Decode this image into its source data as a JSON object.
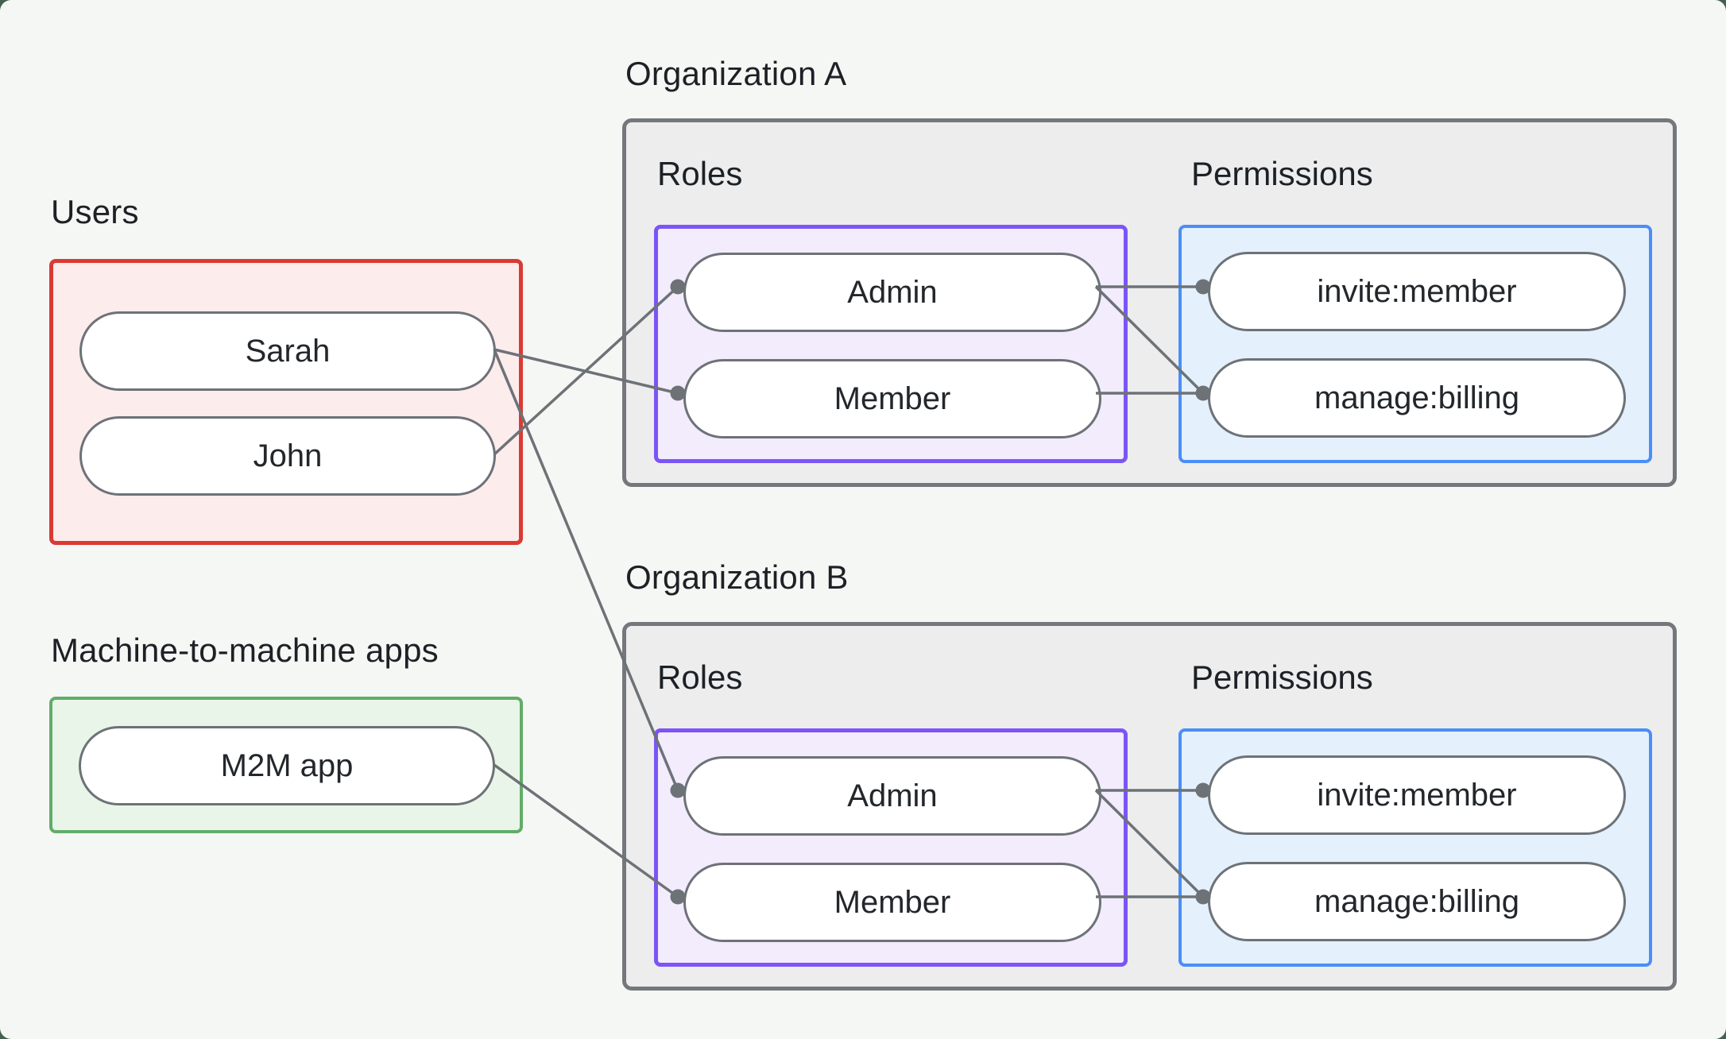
{
  "page": {
    "background": "#f5f7f4",
    "frame_background": "#44604f",
    "text_color": "#1c2126",
    "connector_color": "#6d7277"
  },
  "groups": {
    "users": {
      "label": "Users",
      "accent": "#db3a33",
      "fill": "#fcecec",
      "items": [
        {
          "label": "Sarah"
        },
        {
          "label": "John"
        }
      ]
    },
    "m2m": {
      "label": "Machine-to-machine apps",
      "accent": "#61ad67",
      "fill": "#e9f5e9",
      "items": [
        {
          "label": "M2M app"
        }
      ]
    }
  },
  "organizations": [
    {
      "title": "Organization A",
      "roles_label": "Roles",
      "permissions_label": "Permissions",
      "roles": [
        "Admin",
        "Member"
      ],
      "permissions": [
        "invite:member",
        "manage:billing"
      ],
      "roles_accent": "#7b55f7",
      "roles_fill": "#f2ecfc",
      "permissions_accent": "#4a8ef7",
      "permissions_fill": "#e4f0fc",
      "box_fill": "#ededee",
      "box_border": "#74787c"
    },
    {
      "title": "Organization B",
      "roles_label": "Roles",
      "permissions_label": "Permissions",
      "roles": [
        "Admin",
        "Member"
      ],
      "permissions": [
        "invite:member",
        "manage:billing"
      ],
      "roles_accent": "#7b55f7",
      "roles_fill": "#f2ecfc",
      "permissions_accent": "#4a8ef7",
      "permissions_fill": "#e4f0fc",
      "box_fill": "#ededee",
      "box_border": "#74787c"
    }
  ],
  "connections": [
    {
      "from": "sarah",
      "to": "org-a-member"
    },
    {
      "from": "john",
      "to": "org-a-admin"
    },
    {
      "from": "sarah",
      "to": "org-b-admin"
    },
    {
      "from": "m2m-app",
      "to": "org-b-member"
    },
    {
      "from": "org-a-admin",
      "to": "org-a-invite-member"
    },
    {
      "from": "org-a-admin",
      "to": "org-a-manage-billing"
    },
    {
      "from": "org-a-member",
      "to": "org-a-manage-billing"
    },
    {
      "from": "org-b-admin",
      "to": "org-b-invite-member"
    },
    {
      "from": "org-b-admin",
      "to": "org-b-manage-billing"
    },
    {
      "from": "org-b-member",
      "to": "org-b-manage-billing"
    }
  ]
}
